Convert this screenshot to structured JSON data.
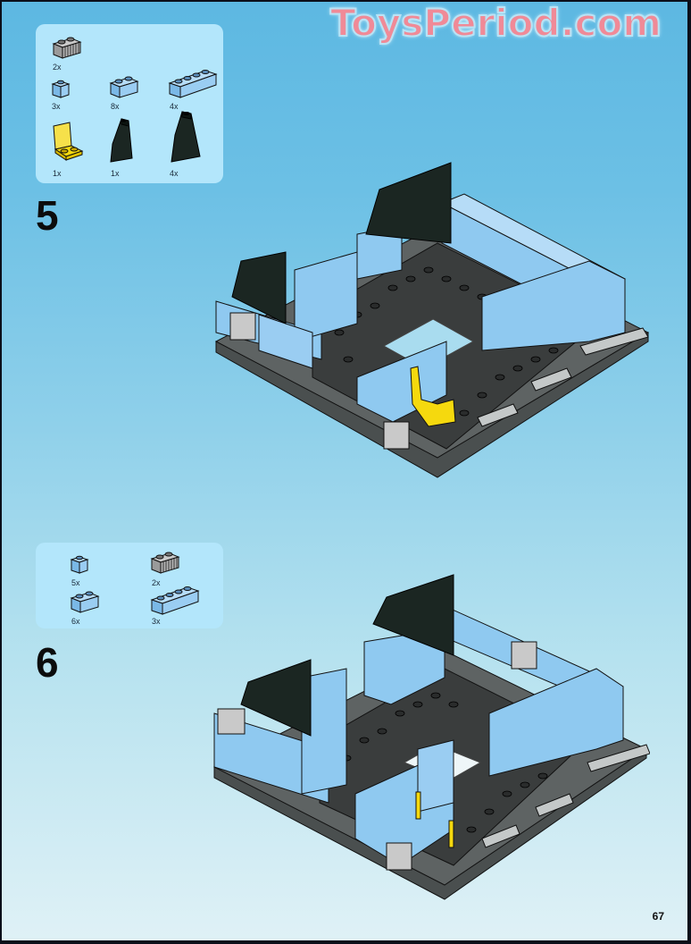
{
  "watermark": "ToysPeriod.com",
  "page_number": "67",
  "steps": [
    {
      "number": "5",
      "parts": [
        {
          "name": "grille-brick-1x2-gray",
          "qty": "2x",
          "color": "#a9a9a9"
        },
        {
          "name": "brick-1x1-light-blue",
          "qty": "3x",
          "color": "#8fc9f0"
        },
        {
          "name": "brick-1x2-light-blue",
          "qty": "8x",
          "color": "#8fc9f0"
        },
        {
          "name": "brick-1x4-light-blue",
          "qty": "4x",
          "color": "#8fc9f0"
        },
        {
          "name": "seat-yellow",
          "qty": "1x",
          "color": "#f5d90e"
        },
        {
          "name": "slope-1x2x3-black",
          "qty": "1x",
          "color": "#1b2622"
        },
        {
          "name": "slope-2x2x3-black",
          "qty": "4x",
          "color": "#1b2622"
        }
      ]
    },
    {
      "number": "6",
      "parts": [
        {
          "name": "brick-1x1-light-blue",
          "qty": "5x",
          "color": "#8fc9f0"
        },
        {
          "name": "grille-brick-1x2-gray",
          "qty": "2x",
          "color": "#a9a9a9"
        },
        {
          "name": "brick-1x2-light-blue",
          "qty": "6x",
          "color": "#8fc9f0"
        },
        {
          "name": "brick-1x4-light-blue",
          "qty": "3x",
          "color": "#8fc9f0"
        }
      ]
    }
  ],
  "colors": {
    "brick_blue": "#8fc9f0",
    "baseplate": "#3a3d3d",
    "slope_black": "#1b2622",
    "tile_gray": "#c4c8c8",
    "yellow": "#f5d90e",
    "panel": "#b3e6fb"
  }
}
